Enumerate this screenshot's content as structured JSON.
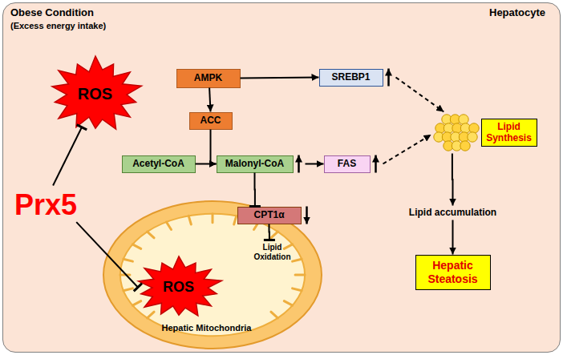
{
  "diagram": {
    "nodes": [
      {
        "text": [
          "Obese Condition",
          "(Excess energy intake)",
          "Hepatocyte"
        ]
      },
      {
        "text": [
          "ROS"
        ],
        "in": 0
      },
      {
        "text": [
          "AMPK"
        ],
        "in": 0
      },
      {
        "text": [
          "SREBP1"
        ],
        "in": 0
      },
      {
        "text": [
          "ACC"
        ],
        "in": 0
      },
      {
        "text": [
          "Acetyl-CoA"
        ],
        "in": 0
      },
      {
        "text": [
          "Malonyl-CoA"
        ],
        "in": 0
      },
      {
        "text": [
          "FAS"
        ],
        "in": 0
      },
      {
        "text": [
          "Lipid Synthesis"
        ],
        "in": 0
      },
      {
        "text": [
          "Lipid accumulation"
        ],
        "in": 0
      },
      {
        "text": [
          "Hepatic Steatosis"
        ],
        "in": 0
      },
      {
        "text": [
          "Hepatic Mitochondria"
        ],
        "in": 0
      },
      {
        "text": [
          "CPT1α"
        ],
        "in": 0
      },
      {
        "text": [
          "Lipid Oxidation"
        ],
        "in": 11
      },
      {
        "text": [
          "ROS"
        ],
        "in": 11
      },
      {
        "text": [
          "Prx5"
        ],
        "in": 0
      }
    ],
    "edges": [
      {
        "from": 2,
        "to": 3,
        "arrow": "to"
      },
      {
        "from": 2,
        "to": 4,
        "arrow": "to"
      },
      {
        "from": 4,
        "to": 6,
        "arrow": "to"
      },
      {
        "from": 5,
        "to": 6,
        "arrow": "to"
      },
      {
        "from": 6,
        "to": 7,
        "arrow": "to"
      },
      {
        "from": 6,
        "to": 12,
        "arrow": "to"
      },
      {
        "from": 12,
        "to": 13,
        "arrow": "to"
      },
      {
        "from": 3,
        "to": 8,
        "arrow": "to"
      },
      {
        "from": 7,
        "to": 8,
        "arrow": "to"
      },
      {
        "from": 8,
        "to": 9,
        "arrow": "to"
      },
      {
        "from": 9,
        "to": 10,
        "arrow": "to"
      },
      {
        "from": 15,
        "to": 1,
        "arrow": "to"
      },
      {
        "from": 15,
        "to": 14,
        "arrow": "to"
      }
    ]
  }
}
